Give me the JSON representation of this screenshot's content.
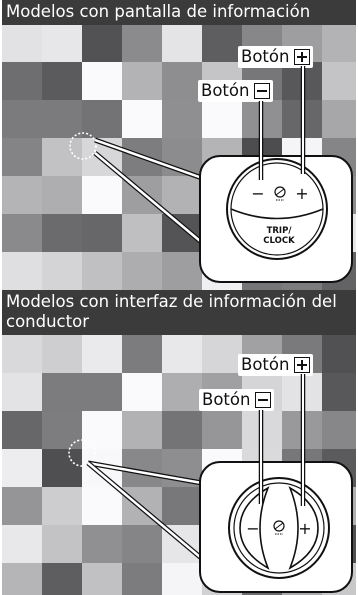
{
  "sections": [
    {
      "header": "Modelos con pantalla de información",
      "plus_label": "Botón",
      "minus_label": "Botón",
      "plus_symbol": "+",
      "minus_symbol": "−",
      "button_text_line1": "TRIP/",
      "button_text_line2": "CLOCK"
    },
    {
      "header": "Modelos con interfaz de información del conductor",
      "plus_label": "Botón",
      "minus_label": "Botón",
      "plus_symbol": "+",
      "minus_symbol": "−"
    }
  ],
  "colors": {
    "header_bg": "#3b3b3b",
    "header_text": "#ffffff",
    "callout_fill": "#ffffff",
    "callout_stroke": "#111111"
  }
}
